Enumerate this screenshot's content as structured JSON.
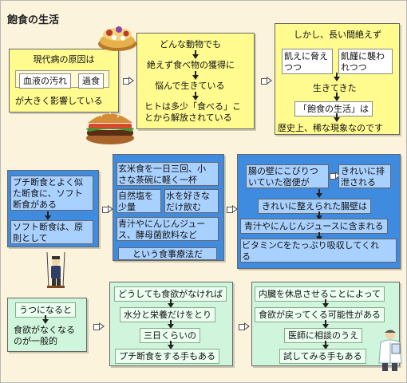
{
  "title": "飽食の生活",
  "row1": {
    "p1": {
      "heading": "現代病の原因は",
      "cause1": "血液の汚れ",
      "cause2": "過食",
      "footer": "が大きく影響している"
    },
    "p2": {
      "line1": "どんな動物でも",
      "line2": "絶えず食べ物の獲得に",
      "line3": "悩んで生きている",
      "line4a": "ヒトは多少「食べる」こ",
      "line4b": "とから解放されている"
    },
    "p3": {
      "line1": "しかし、長い間絶えず",
      "boxA_a": "飢えに脅え",
      "boxA_b": "つつ",
      "boxB_a": "飢饉に襲わ",
      "boxB_b": "れつつ",
      "line2": "生きてきた",
      "line3": "「飽食の生活」は",
      "line4": "歴史上、稀な現象なのです"
    }
  },
  "row2": {
    "p1": {
      "box1a": "プチ断食とよく似",
      "box1b": "た断食に、ソフト",
      "box1c": "断食がある",
      "box2a": "ソフト断食は、原",
      "box2b": "則として"
    },
    "p2": {
      "item1a": "玄米食を一日三回、小",
      "item1b": "さな茶碗に軽く一杯",
      "item2a": "自然塩を",
      "item2b": "少量",
      "item3a": "水を好きな",
      "item3b": "だけ飲む",
      "item4a": "青汁やにんじんジュー",
      "item4b": "ス、酵母菌飲料など",
      "footer": "という食事療法だ"
    },
    "p3": {
      "box1a": "腸の壁にこびりつ",
      "box1b": "いていた宿便が",
      "box2a": "きれいに排",
      "box2b": "泄される",
      "line1": "きれいに整えられた腸壁は",
      "line2": "青汁やにんじんジュースに含まれる",
      "line3a": "ビタミンCをたっぷり吸収してくれ",
      "line3b": "る"
    }
  },
  "row3": {
    "p1": {
      "line1": "うつになると",
      "line2a": "食欲がなくなる",
      "line2b": "のが一般的"
    },
    "p2": {
      "line1": "どうしても食欲がなければ",
      "line2": "水分と栄養だけをとり",
      "line3": "三日くらいの",
      "line4": "プチ断食をする手もある"
    },
    "p3": {
      "line1": "内臓を休息させることによって",
      "line2": "食欲が戻ってくる可能性がある",
      "line3": "医師に相談のうえ",
      "line4": "試してみる手もある"
    }
  },
  "icons": [
    "cake-image",
    "hamburger-image",
    "man-on-swing-image",
    "doctor-image"
  ]
}
